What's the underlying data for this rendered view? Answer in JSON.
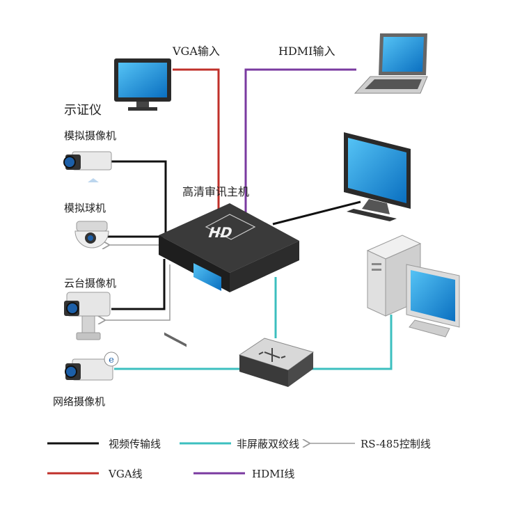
{
  "labels": {
    "vga_input": "VGA输入",
    "hdmi_input": "HDMI输入",
    "monitor": "示证仪",
    "analog_camera": "模拟摄像机",
    "main_unit": "高清审讯主机",
    "analog_dome": "模拟球机",
    "ptz_camera": "云台摄像机",
    "network_camera": "网络摄像机",
    "hd_badge": "HD"
  },
  "legend": {
    "video_cable": "视频传输线",
    "utp_cable": "非屏蔽双绞线",
    "rs485": "RS-485控制线",
    "vga_cable": "VGA线",
    "hdmi_cable": "HDMI线"
  },
  "colors": {
    "video": "#111111",
    "utp": "#3cbfbf",
    "rs485": "#9a9a9a",
    "vga": "#c0302a",
    "hdmi": "#7a3aa0",
    "screen": "#1a8fd6"
  }
}
